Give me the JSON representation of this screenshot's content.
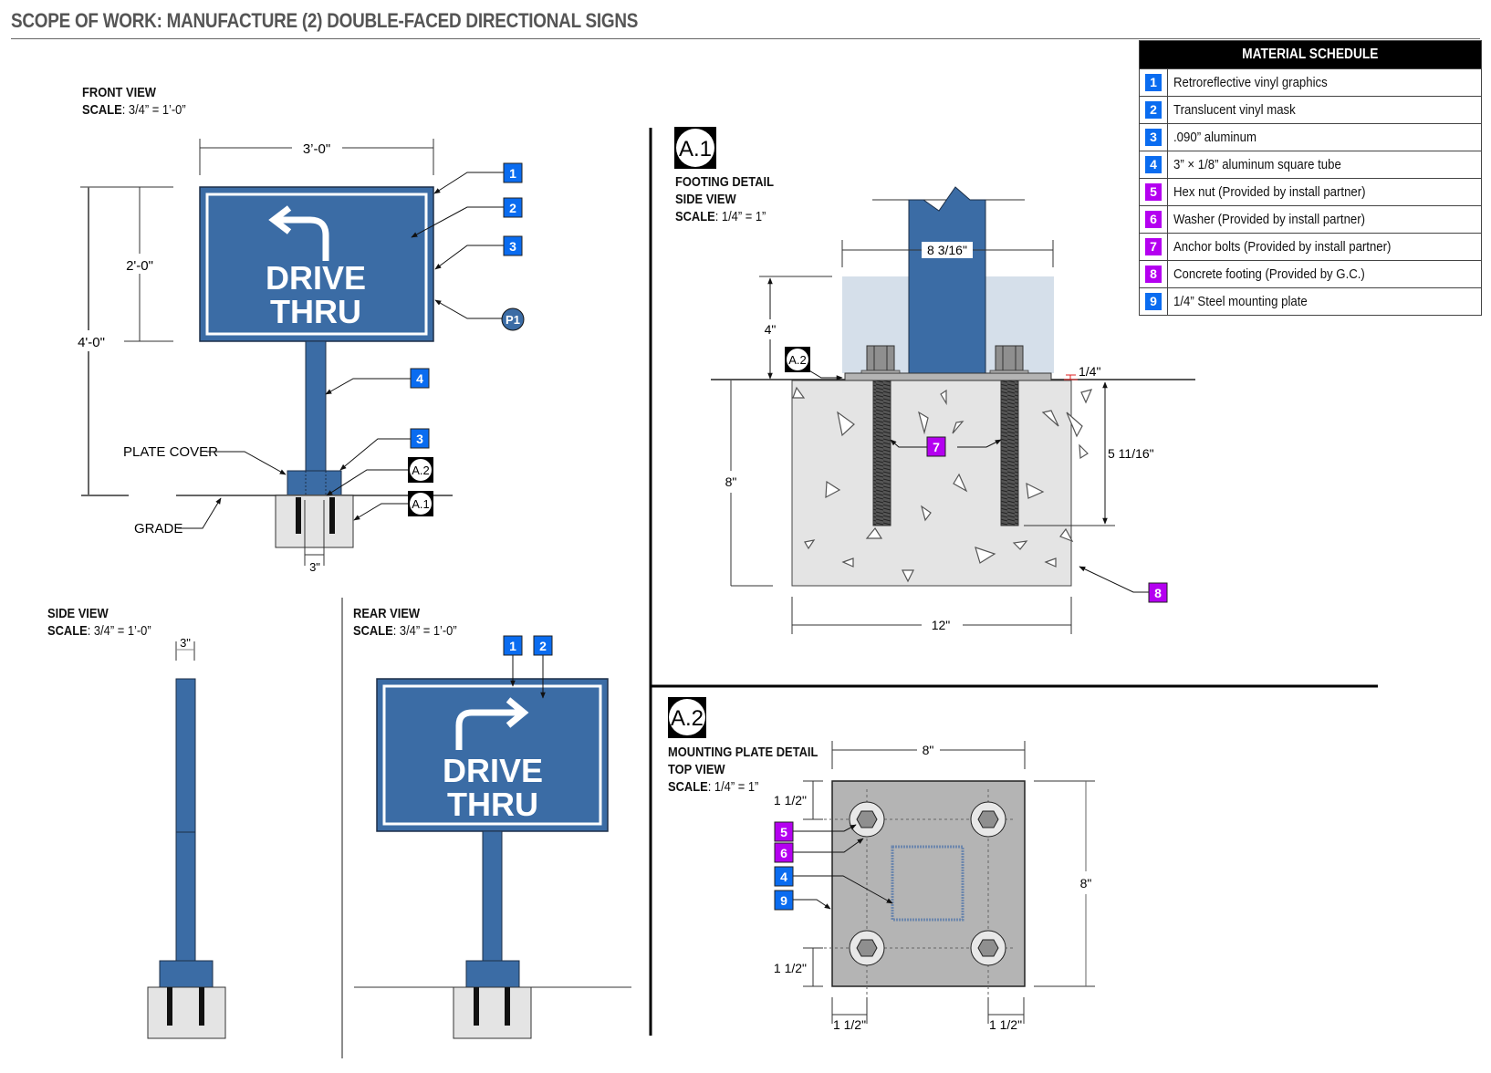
{
  "header": {
    "title": "SCOPE OF WORK: MANUFACTURE (2) DOUBLE-FACED DIRECTIONAL SIGNS"
  },
  "colors": {
    "sign_blue": "#3b6ca5",
    "callout_blue": "#0a6cf0",
    "callout_magenta": "#b400f0",
    "concrete": "#e4e4e4",
    "plate_gray": "#b4b4b4",
    "mask_translucent": "#d5dfea"
  },
  "material_schedule": {
    "title": "MATERIAL SCHEDULE",
    "items": [
      {
        "num": "1",
        "color": "#0a6cf0",
        "desc": "Retroreflective vinyl graphics"
      },
      {
        "num": "2",
        "color": "#0a6cf0",
        "desc": "Translucent vinyl mask"
      },
      {
        "num": "3",
        "color": "#0a6cf0",
        "desc": ".090” aluminum"
      },
      {
        "num": "4",
        "color": "#0a6cf0",
        "desc": "3” × 1/8” aluminum square tube"
      },
      {
        "num": "5",
        "color": "#b400f0",
        "desc": "Hex nut (Provided by install partner)"
      },
      {
        "num": "6",
        "color": "#b400f0",
        "desc": "Washer (Provided by install partner)"
      },
      {
        "num": "7",
        "color": "#b400f0",
        "desc": "Anchor bolts (Provided by install partner)"
      },
      {
        "num": "8",
        "color": "#b400f0",
        "desc": "Concrete footing (Provided by G.C.)"
      },
      {
        "num": "9",
        "color": "#0a6cf0",
        "desc": "1/4” Steel mounting plate"
      }
    ]
  },
  "front_view": {
    "title": "FRONT VIEW",
    "scale_label": "SCALE",
    "scale_value": ": 3/4” = 1’-0”",
    "sign_line1": "DRIVE",
    "sign_line2": "THRU",
    "arrow_direction": "left",
    "dim_width": "3’-0\"",
    "dim_sign_height": "2'-0\"",
    "dim_total_height": "4'-0\"",
    "dim_post": "3\"",
    "label_plate_cover": "PLATE COVER",
    "label_grade": "GRADE",
    "callouts": [
      "1",
      "2",
      "3",
      "P1",
      "4",
      "3"
    ],
    "detail_refs": [
      "A.2",
      "A.1"
    ]
  },
  "side_view": {
    "title": "SIDE VIEW",
    "scale_label": "SCALE",
    "scale_value": ": 3/4” = 1’-0”",
    "dim_width": "3\""
  },
  "rear_view": {
    "title": "REAR VIEW",
    "scale_label": "SCALE",
    "scale_value": ": 3/4” = 1’-0”",
    "sign_line1": "DRIVE",
    "sign_line2": "THRU",
    "arrow_direction": "right",
    "callouts": [
      "1",
      "2"
    ]
  },
  "detail_a1": {
    "tag": "A.1",
    "title": "FOOTING DETAIL",
    "subtitle": "SIDE VIEW",
    "scale_label": "SCALE",
    "scale_value": ": 1/4” = 1”",
    "dim_mask_width": "8 3/16\"",
    "dim_mask_height": "4\"",
    "dim_plate_thickness": "1/4\"",
    "dim_footing_depth": "8\"",
    "dim_bolt_embed": "5 11/16\"",
    "dim_footing_width": "12\"",
    "ref": "A.2",
    "callouts": [
      "7",
      "8"
    ]
  },
  "detail_a2": {
    "tag": "A.2",
    "title": "MOUNTING PLATE DETAIL",
    "subtitle": "TOP VIEW",
    "scale_label": "SCALE",
    "scale_value": ": 1/4” = 1”",
    "dim_width": "8\"",
    "dim_height": "8\"",
    "dim_offset_top": "1 1/2\"",
    "dim_offset_bottom": "1 1/2\"",
    "dim_offset_left": "1 1/2\"",
    "dim_offset_right": "1 1/2\"",
    "callouts": [
      "5",
      "6",
      "4",
      "9"
    ]
  }
}
